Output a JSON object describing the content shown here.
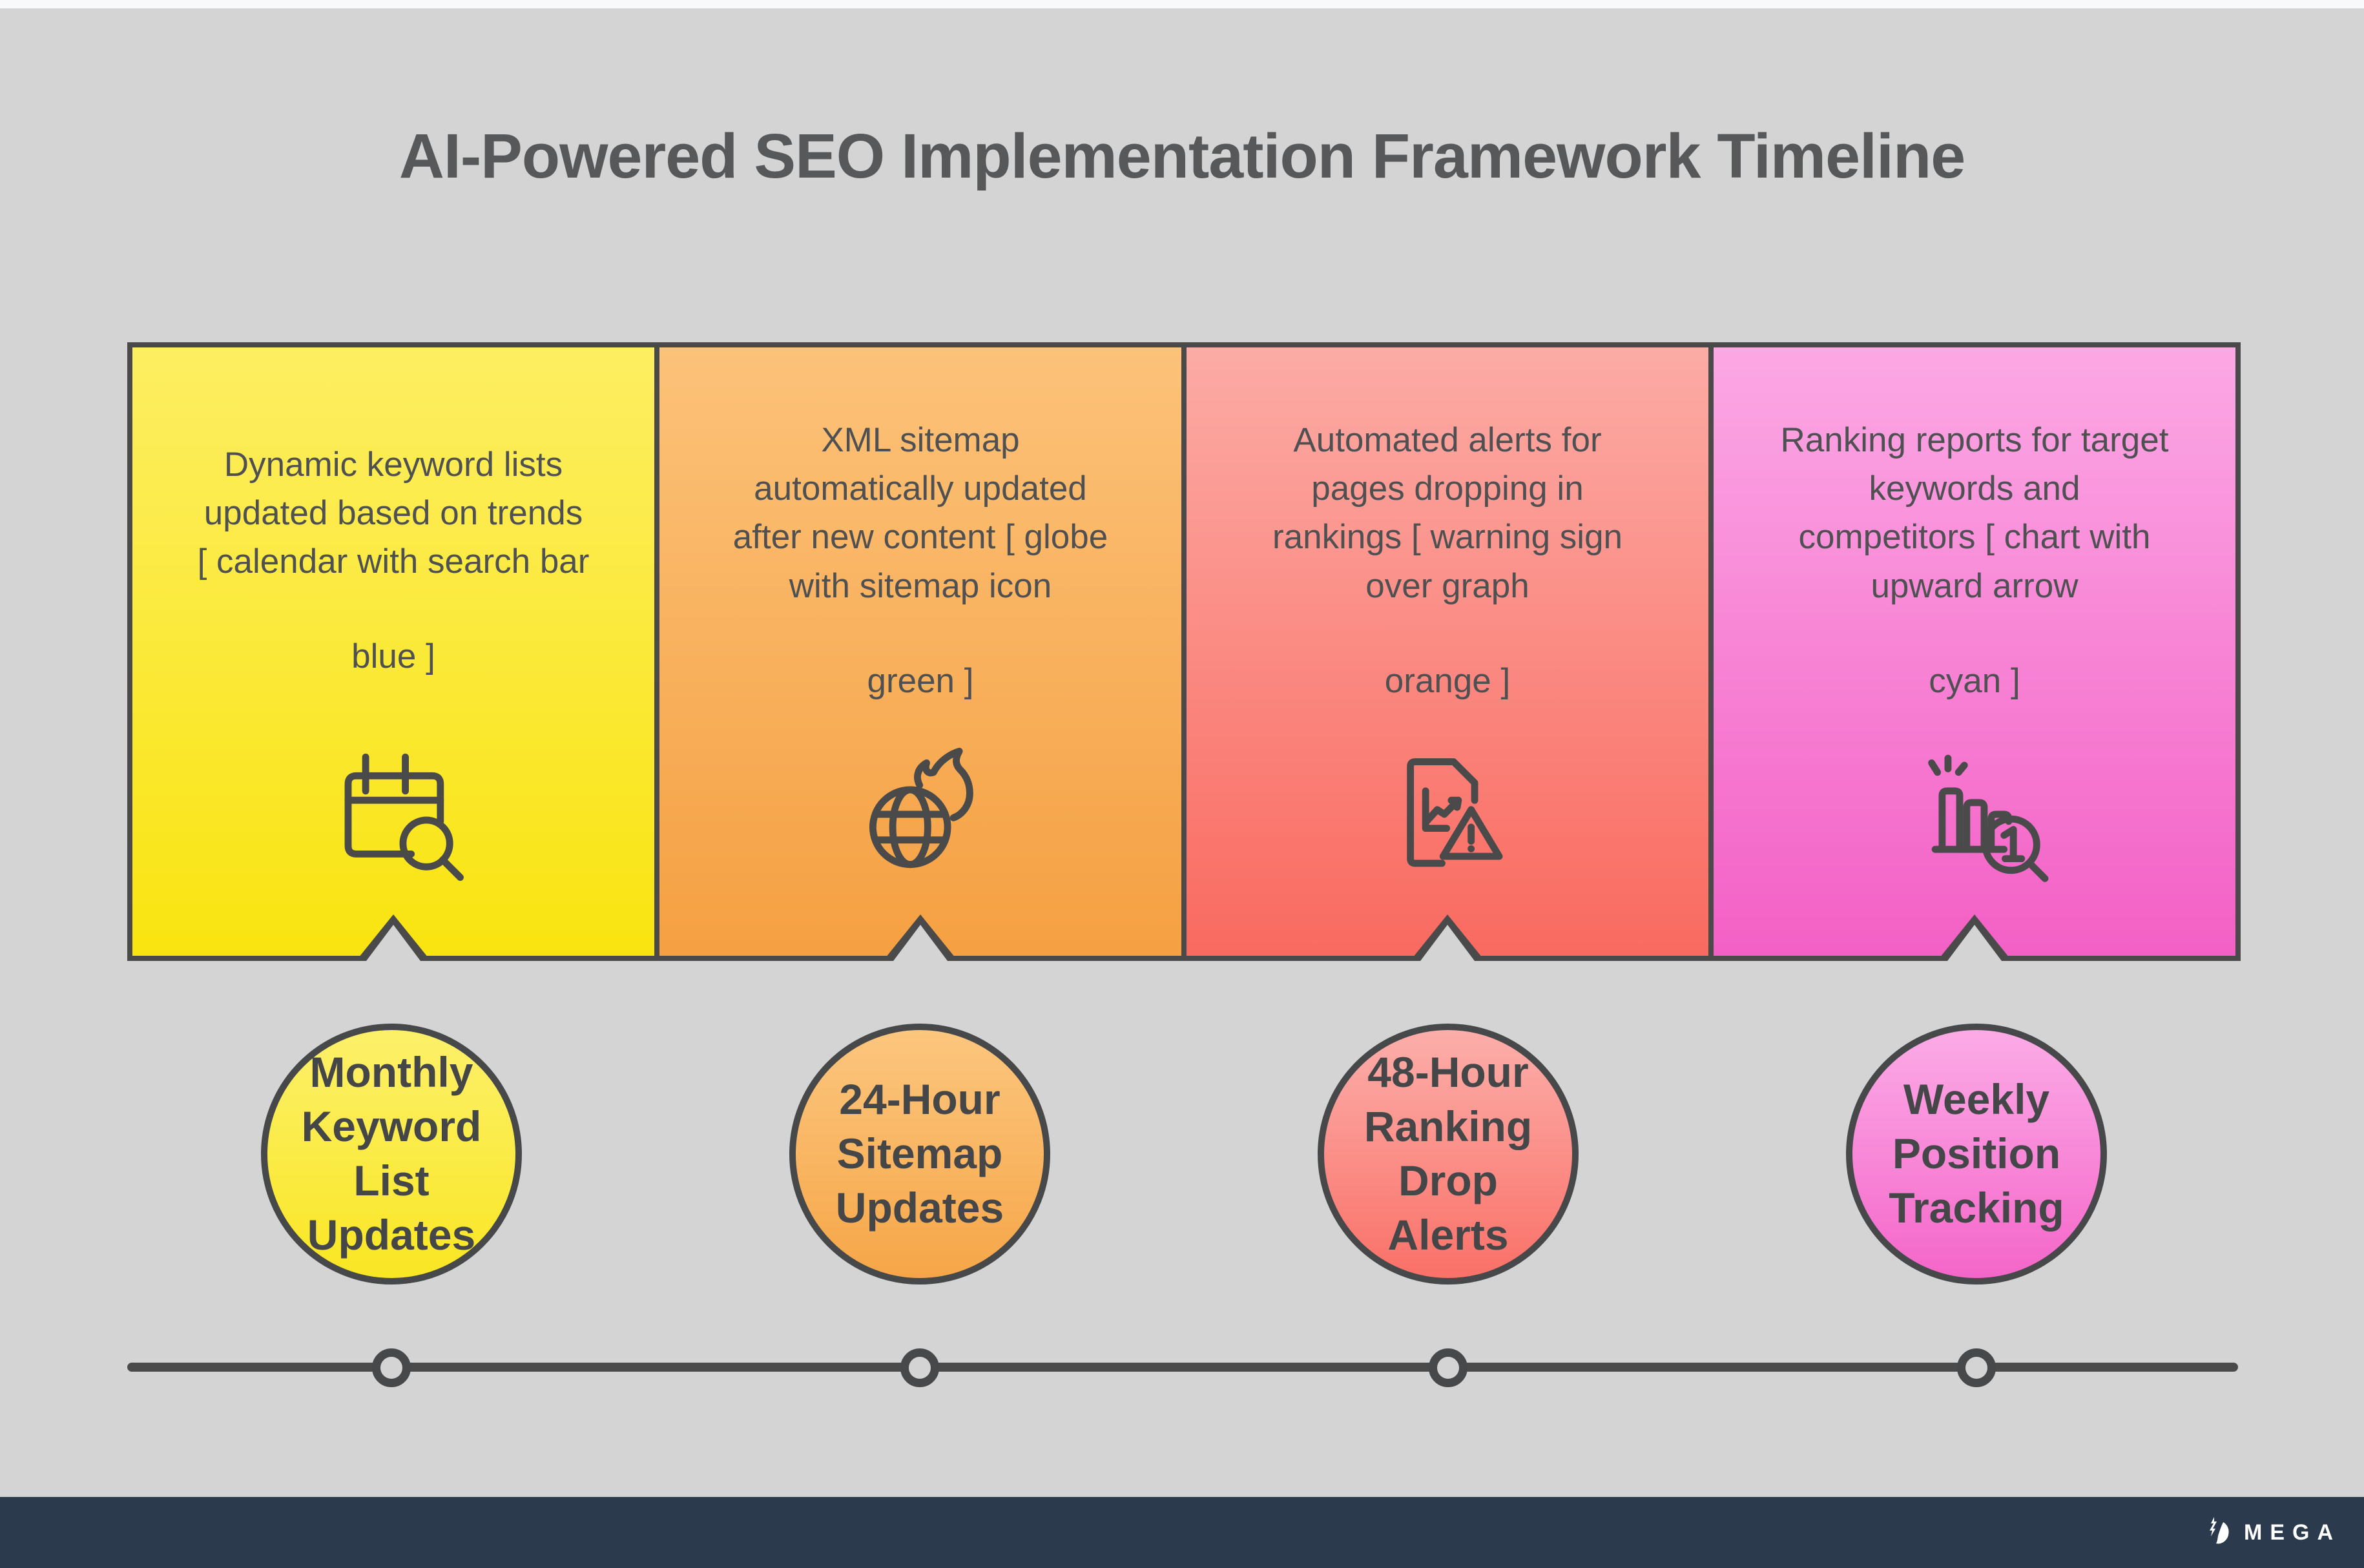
{
  "title": "AI-Powered SEO Implementation Framework Timeline",
  "palette": {
    "background": "#d3d4d3",
    "outline": "#4a4a4b",
    "title_text": "#57585a",
    "body_text": "#4f5052",
    "footer_bar": "#2b3a4d",
    "footer_text": "#ffffff"
  },
  "cards": [
    {
      "description": "Dynamic keyword lists\nupdated based on trends\n[ calendar with search bar",
      "color_note": "blue ]",
      "icon": "calendar-search-icon",
      "label": "Monthly\nKeyword\nList\nUpdates",
      "gradient_top": "#fdee62",
      "gradient_bottom": "#f9e410"
    },
    {
      "description": "XML sitemap\nautomatically updated\nafter new content [ globe\nwith sitemap icon",
      "color_note": "green ]",
      "icon": "globe-flame-icon",
      "label": "24-Hour\nSitemap\nUpdates",
      "gradient_top": "#fcc279",
      "gradient_bottom": "#f5a042"
    },
    {
      "description": "Automated alerts for\npages dropping in\nrankings [ warning sign\nover graph",
      "color_note": "orange ]",
      "icon": "document-chart-warning-icon",
      "label": "48-Hour\nRanking\nDrop\nAlerts",
      "gradient_top": "#fcaba5",
      "gradient_bottom": "#f96a60"
    },
    {
      "description": "Ranking reports for target\nkeywords and\ncompetitors [ chart with\nupward arrow",
      "color_note": "cyan ]",
      "icon": "ranking-bars-search-icon",
      "label": "Weekly\nPosition\nTracking",
      "gradient_top": "#fca8e5",
      "gradient_bottom": "#f360c5"
    }
  ],
  "footer": {
    "brand": "MEGA"
  }
}
